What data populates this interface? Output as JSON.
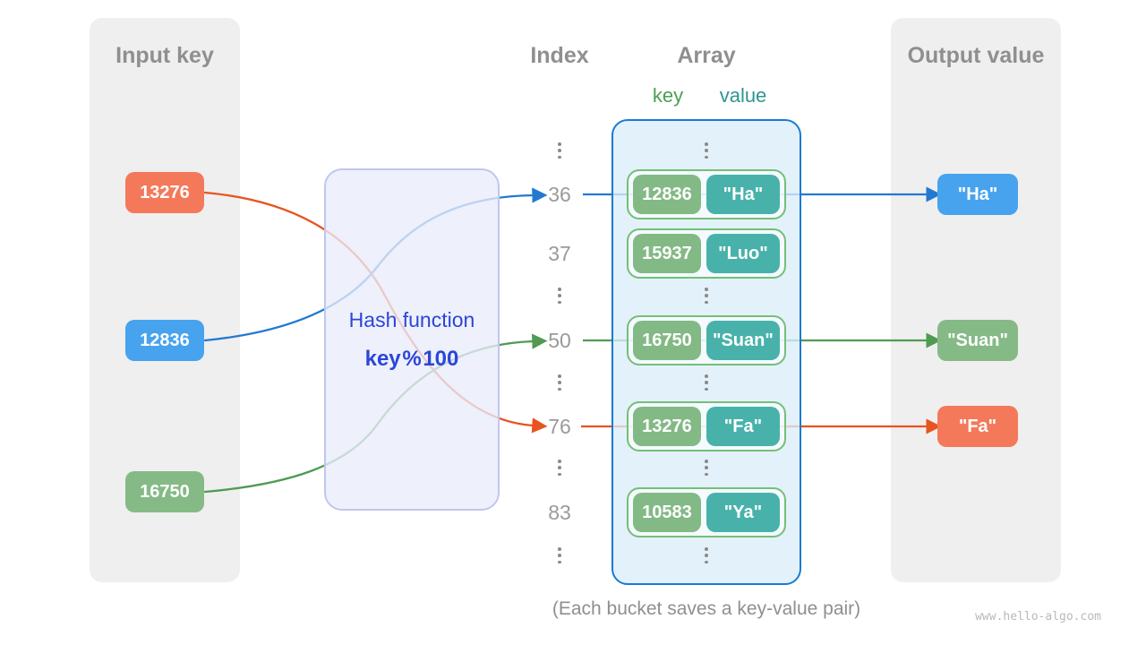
{
  "input": {
    "title": "Input key",
    "items": [
      {
        "label": "13276",
        "color": "#f3795a"
      },
      {
        "label": "12836",
        "color": "#47a3ee"
      },
      {
        "label": "16750",
        "color": "#85ba87"
      }
    ]
  },
  "hash": {
    "title": "Hash function",
    "formula": "key % 100"
  },
  "index": {
    "title": "Index",
    "values": [
      "36",
      "37",
      "50",
      "76",
      "83"
    ]
  },
  "array": {
    "title": "Array",
    "key_header": "key",
    "value_header": "value",
    "buckets": [
      {
        "key": "12836",
        "value": "\"Ha\""
      },
      {
        "key": "15937",
        "value": "\"Luo\""
      },
      {
        "key": "16750",
        "value": "\"Suan\""
      },
      {
        "key": "13276",
        "value": "\"Fa\""
      },
      {
        "key": "10583",
        "value": "\"Ya\""
      }
    ]
  },
  "output": {
    "title": "Output value",
    "items": [
      {
        "label": "\"Ha\"",
        "color": "#47a3ee"
      },
      {
        "label": "\"Suan\"",
        "color": "#85ba87"
      },
      {
        "label": "\"Fa\"",
        "color": "#f3795a"
      }
    ]
  },
  "caption": "(Each bucket saves a key-value pair)",
  "watermark": "www.hello-algo.com",
  "colors": {
    "arrow_blue": "#2379d0",
    "arrow_green": "#4f9b51",
    "arrow_orange": "#e85320",
    "key_box_green": "#83b985",
    "value_box_teal": "#48b2aa",
    "bucket_border_green": "#74bf78",
    "panel_gray": "#efefef",
    "array_panel_fill": "#dbedfa",
    "array_panel_border": "#1b7ad1",
    "hash_box_fill": "#e9ecf9",
    "hash_box_border": "#c0c7ee",
    "hash_text_blue": "#2b46d8",
    "key_label_green": "#4d9f51",
    "value_label_teal": "#2f9690",
    "heading_gray": "#8f8f8f"
  }
}
